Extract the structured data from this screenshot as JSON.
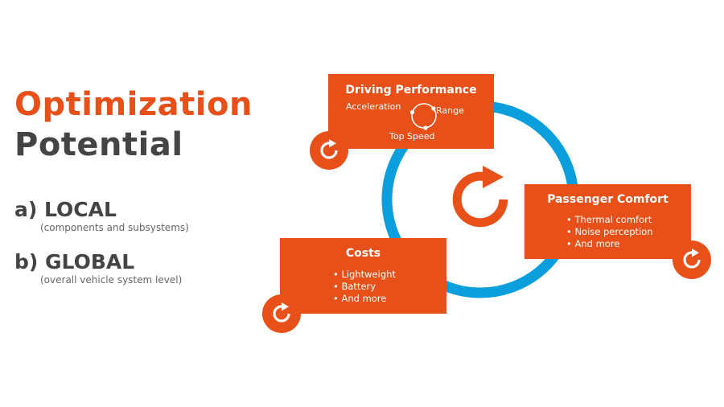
{
  "heading": {
    "line1": "Optimization",
    "line2": "Potential"
  },
  "options": [
    {
      "label": "a) LOCAL",
      "sub": "(components and subsystems)"
    },
    {
      "label": "b) GLOBAL",
      "sub": "(overall vehicle system level)"
    }
  ],
  "boxes": {
    "driving": {
      "title": "Driving Performance",
      "cycle": {
        "acceleration": "Acceleration",
        "range": "Range",
        "top_speed": "Top Speed"
      }
    },
    "comfort": {
      "title": "Passenger Comfort",
      "items": [
        "Thermal comfort",
        "Noise perception",
        "And more"
      ]
    },
    "costs": {
      "title": "Costs",
      "items": [
        "Lightweight",
        "Battery",
        "And more"
      ]
    }
  },
  "colors": {
    "orange": "#e8501a",
    "blue": "#0a9fdc",
    "dark_text": "#444444",
    "sub_text": "#666666"
  },
  "icons": [
    "refresh-icon",
    "cycle-icon"
  ]
}
